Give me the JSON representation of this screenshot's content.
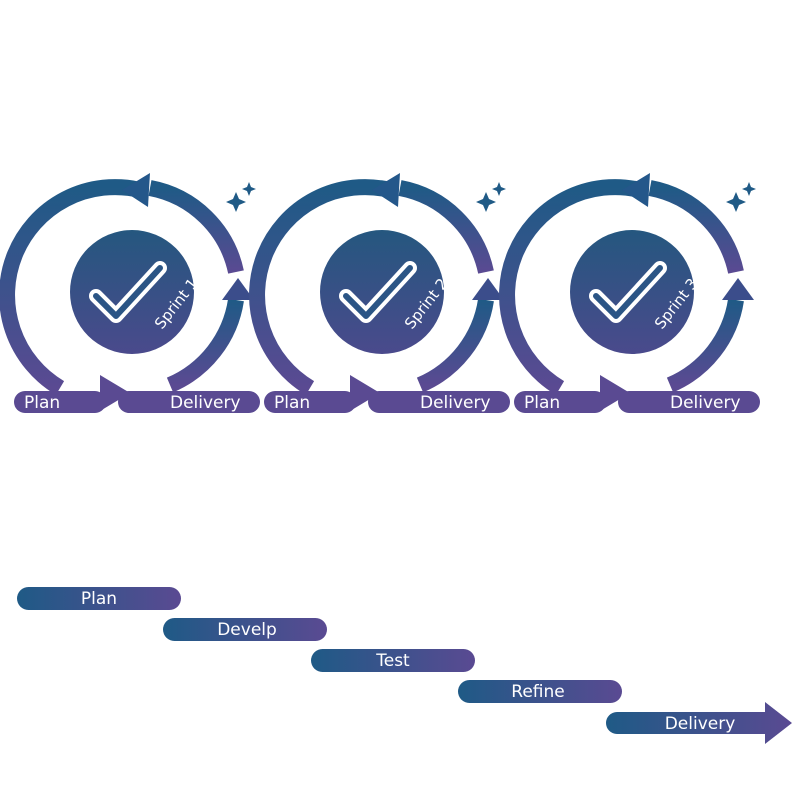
{
  "colors": {
    "primary_dark": "#1f5a86",
    "primary_mid": "#3a4f8a",
    "accent_purple": "#5a4a92",
    "text": "#ffffff",
    "sparkle": "#1f5a86"
  },
  "sprints": [
    {
      "name": "Sprint 1",
      "plan_label": "Plan",
      "delivery_label": "Delivery",
      "icon": "checkmark-icon"
    },
    {
      "name": "Sprint 2",
      "plan_label": "Plan",
      "delivery_label": "Delivery",
      "icon": "checkmark-icon"
    },
    {
      "name": "Sprint 3",
      "plan_label": "Plan",
      "delivery_label": "Delivery",
      "icon": "checkmark-icon"
    }
  ],
  "waterfall": {
    "steps": [
      "Plan",
      "Develp",
      "Test",
      "Refine",
      "Delivery"
    ]
  }
}
